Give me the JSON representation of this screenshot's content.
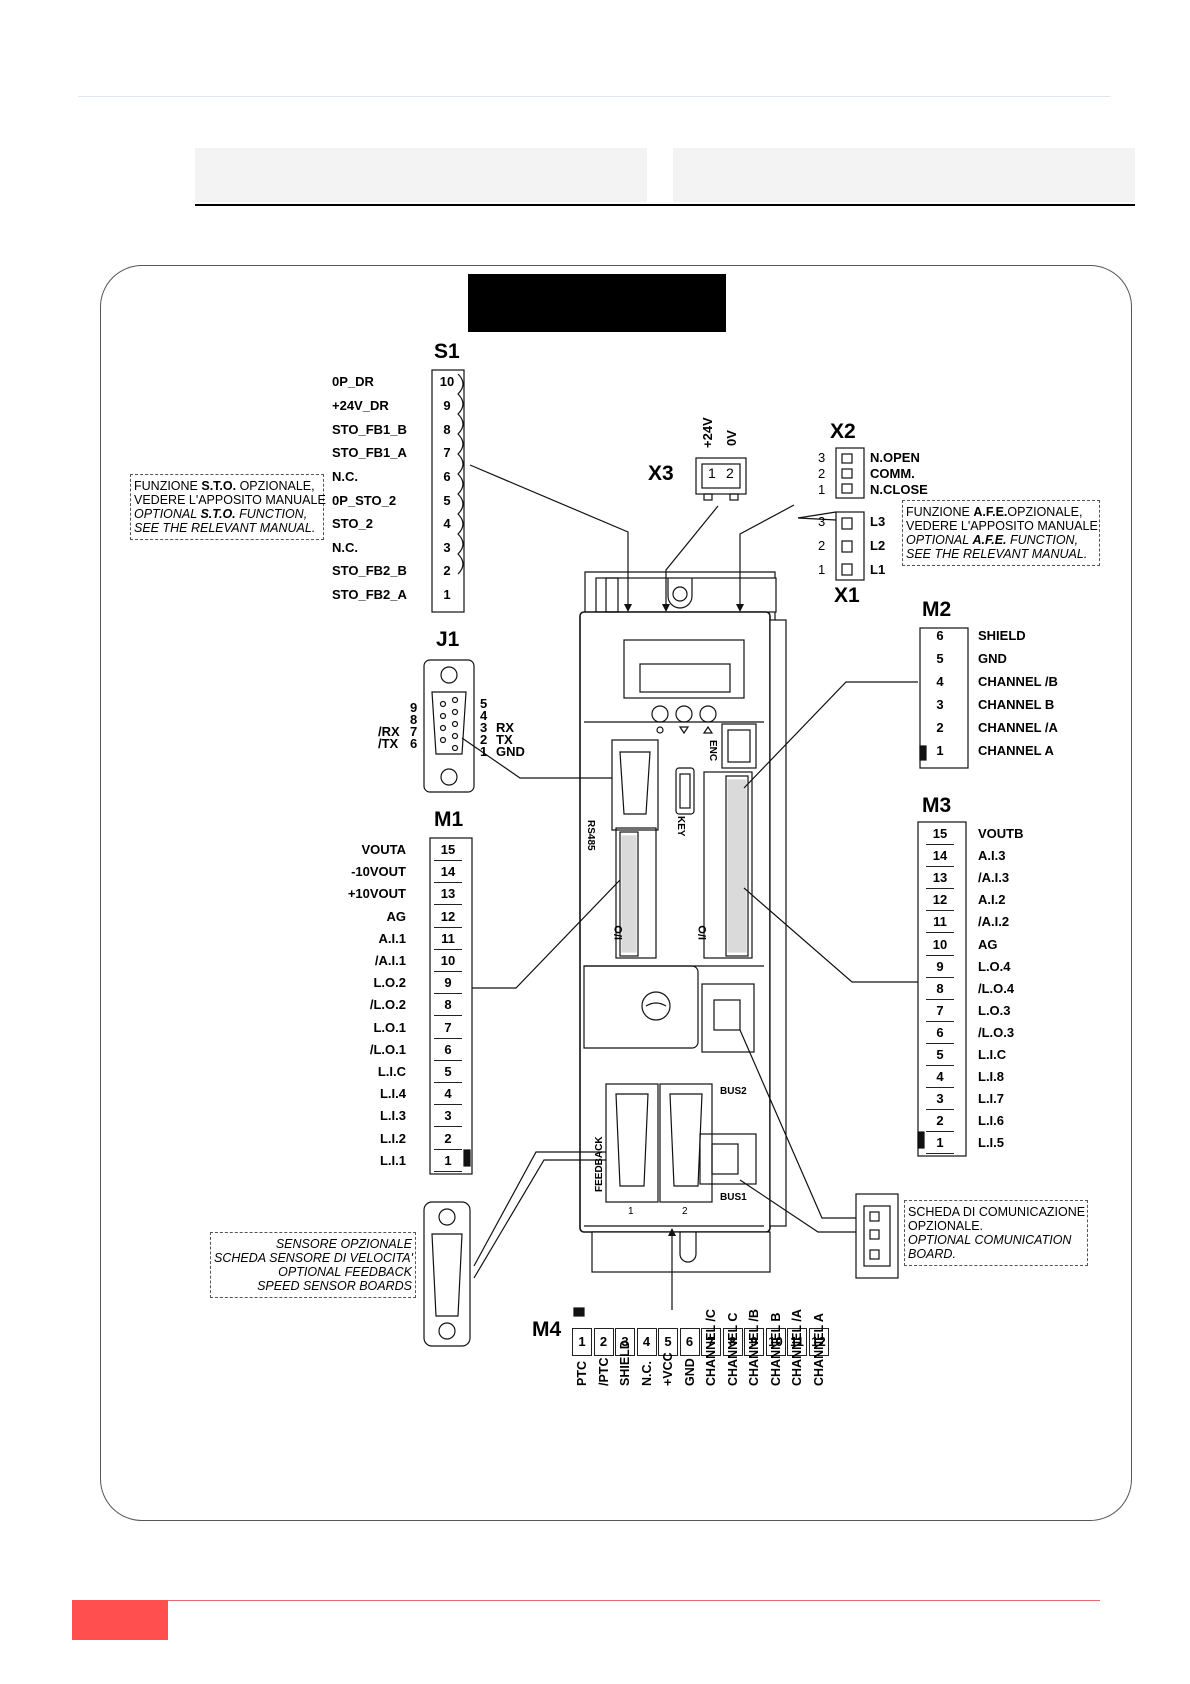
{
  "s1": {
    "title": "S1",
    "pins": [
      "10",
      "9",
      "8",
      "7",
      "6",
      "5",
      "4",
      "3",
      "2",
      "1"
    ],
    "labels": [
      "0P_DR",
      "+24V_DR",
      "STO_FB1_B",
      "STO_FB1_A",
      "N.C.",
      "0P_STO_2",
      "STO_2",
      "N.C.",
      "STO_FB2_B",
      "STO_FB2_A"
    ]
  },
  "sto_note": {
    "l1a": "FUNZIONE ",
    "l1b": "S.T.O.",
    "l1c": " OPZIONALE,",
    "l2": "VEDERE L'APPOSITO MANUALE",
    "l3a": "OPTIONAL ",
    "l3b": "S.T.O.",
    "l3c": " FUNCTION,",
    "l4": "SEE THE RELEVANT MANUAL."
  },
  "x3": {
    "title": "X3",
    "pin1": "+24V",
    "pin2": "0V",
    "n1": "1",
    "n2": "2"
  },
  "x2": {
    "title": "X2",
    "pins": [
      "3",
      "2",
      "1"
    ],
    "labels": [
      "N.OPEN",
      "COMM.",
      "N.CLOSE"
    ]
  },
  "x1": {
    "title": "X1",
    "pins": [
      "3",
      "2",
      "1"
    ],
    "labels": [
      "L3",
      "L2",
      "L1"
    ]
  },
  "afe_note": {
    "l1a": "FUNZIONE ",
    "l1b": "A.F.E.",
    "l1c": "OPZIONALE,",
    "l2": "VEDERE L'APPOSITO MANUALE",
    "l3a": "OPTIONAL ",
    "l3b": "A.F.E.",
    "l3c": " FUNCTION,",
    "l4": "SEE THE RELEVANT MANUAL."
  },
  "j1": {
    "title": "J1",
    "left_top": [
      "9",
      "8",
      "7",
      "6"
    ],
    "left_lbl": [
      "/RX",
      "/TX"
    ],
    "right_nums": [
      "5",
      "4",
      "3",
      "2",
      "1"
    ],
    "right_lbl": [
      "RX",
      "TX",
      "GND"
    ]
  },
  "m2": {
    "title": "M2",
    "pins": [
      "6",
      "5",
      "4",
      "3",
      "2",
      "1"
    ],
    "labels": [
      "SHIELD",
      "GND",
      "CHANNEL /B",
      "CHANNEL B",
      "CHANNEL /A",
      "CHANNEL A"
    ]
  },
  "m1": {
    "title": "M1",
    "pins": [
      "15",
      "14",
      "13",
      "12",
      "11",
      "10",
      "9",
      "8",
      "7",
      "6",
      "5",
      "4",
      "3",
      "2",
      "1"
    ],
    "labels": [
      "VOUTA",
      "-10VOUT",
      "+10VOUT",
      "AG",
      "A.I.1",
      "/A.I.1",
      "L.O.2",
      "/L.O.2",
      "L.O.1",
      "/L.O.1",
      "L.I.C",
      "L.I.4",
      "L.I.3",
      "L.I.2",
      "L.I.1"
    ]
  },
  "m3": {
    "title": "M3",
    "pins": [
      "15",
      "14",
      "13",
      "12",
      "11",
      "10",
      "9",
      "8",
      "7",
      "6",
      "5",
      "4",
      "3",
      "2",
      "1"
    ],
    "labels": [
      "VOUTB",
      "A.I.3",
      "/A.I.3",
      "A.I.2",
      "/A.I.2",
      "AG",
      "L.O.4",
      "/L.O.4",
      "L.O.3",
      "/L.O.3",
      "L.I.C",
      "L.I.8",
      "L.I.7",
      "L.I.6",
      "L.I.5"
    ]
  },
  "drive": {
    "rs485": "RS485",
    "key": "KEY",
    "io1": "I/O",
    "io2": "I/O",
    "feedback": "FEEDBACK",
    "fb1": "1",
    "fb2": "2",
    "bus1": "BUS1",
    "bus2": "BUS2",
    "enc": "ENC"
  },
  "comm_note": {
    "l1": "SCHEDA DI COMUNICAZIONE",
    "l2": "OPZIONALE.",
    "l3": "OPTIONAL COMUNICATION",
    "l4": "BOARD."
  },
  "sensor_note": {
    "l1": "SENSORE OPZIONALE",
    "l2": "SCHEDA SENSORE DI VELOCITA'",
    "l3": "OPTIONAL FEEDBACK",
    "l4": "SPEED SENSOR BOARDS"
  },
  "m4": {
    "title": "M4",
    "pins": [
      "1",
      "2",
      "3",
      "4",
      "5",
      "6",
      "7",
      "8",
      "9",
      "10",
      "11",
      "12"
    ],
    "labels": [
      "PTC",
      "/PTC",
      "SHIELD",
      "N.C.",
      "+VCC",
      "GND",
      "CHANNEL /C",
      "CHANNEL C",
      "CHANNEL /B",
      "CHANNEL B",
      "CHANNEL /A",
      "CHANNEL A"
    ]
  }
}
